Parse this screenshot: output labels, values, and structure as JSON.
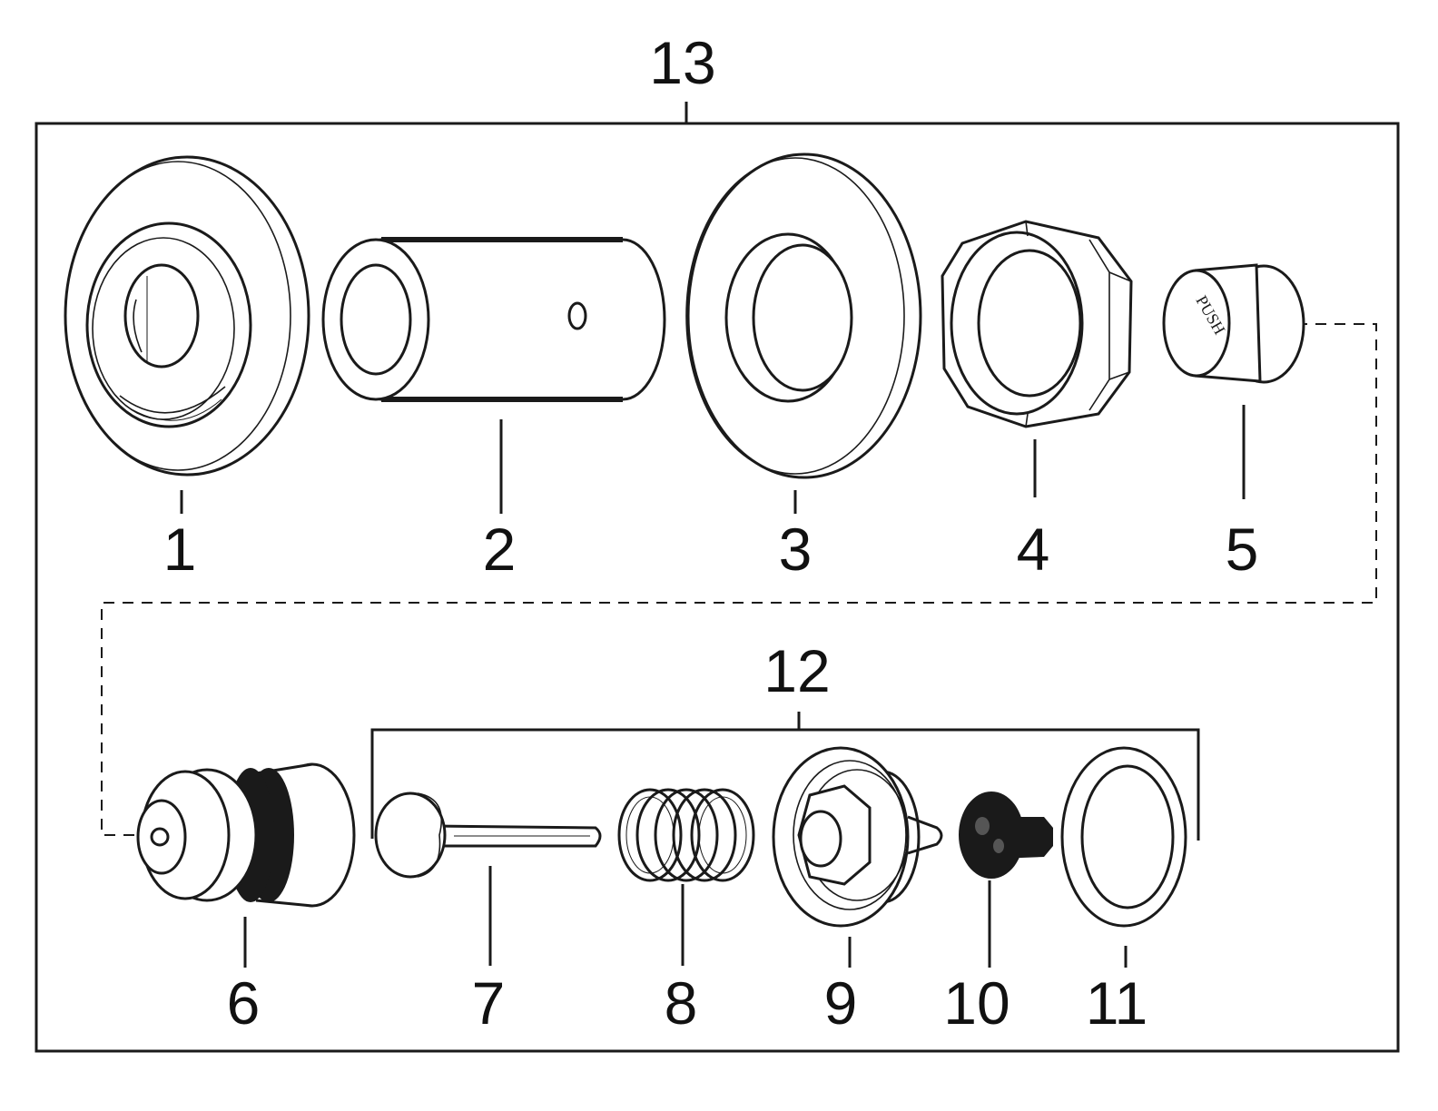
{
  "diagram": {
    "assembly_label": "13",
    "subassembly_label": "12",
    "parts": [
      {
        "label": "1"
      },
      {
        "label": "2"
      },
      {
        "label": "3"
      },
      {
        "label": "4"
      },
      {
        "label": "5",
        "text": "PUSH"
      },
      {
        "label": "6"
      },
      {
        "label": "7"
      },
      {
        "label": "8"
      },
      {
        "label": "9"
      },
      {
        "label": "10"
      },
      {
        "label": "11"
      }
    ]
  }
}
